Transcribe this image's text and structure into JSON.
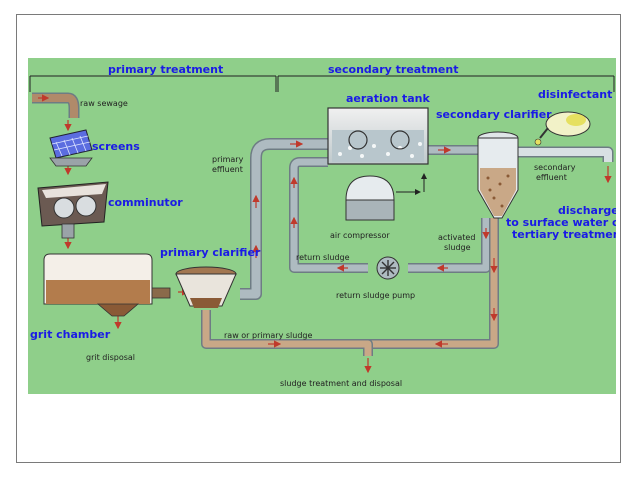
{
  "labels": {
    "primary_treatment": "primary treatment",
    "secondary_treatment": "secondary treatment",
    "raw_sewage": "raw sewage",
    "screens": "screens",
    "comminutor": "comminutor",
    "grit_chamber": "grit chamber",
    "grit_disposal": "grit disposal",
    "primary_clarifier": "primary clarifier",
    "primary_effluent_1": "primary",
    "primary_effluent_2": "effluent",
    "aeration_tank": "aeration tank",
    "air_compressor": "air compressor",
    "return_sludge": "return sludge",
    "return_sludge_pump": "return sludge pump",
    "activated_sludge_1": "activated",
    "activated_sludge_2": "sludge",
    "secondary_clarifier": "secondary clarifier",
    "disinfectant": "disinfectant",
    "secondary_effluent_1": "secondary",
    "secondary_effluent_2": "effluent",
    "discharge_1": "discharge",
    "discharge_2": "to surface water or",
    "discharge_3": "tertiary treatment",
    "raw_primary_sludge": "raw or primary sludge",
    "sludge_treatment": "sludge treatment and disposal"
  },
  "colors": {
    "background": "#8fcf8a",
    "pipe": "#9aa8ae",
    "pipe_edge": "#6e7c84",
    "sludge_pipe": "#c9a887",
    "flow_arrow": "#c0392b",
    "label_blue": "#1a1ae6"
  }
}
